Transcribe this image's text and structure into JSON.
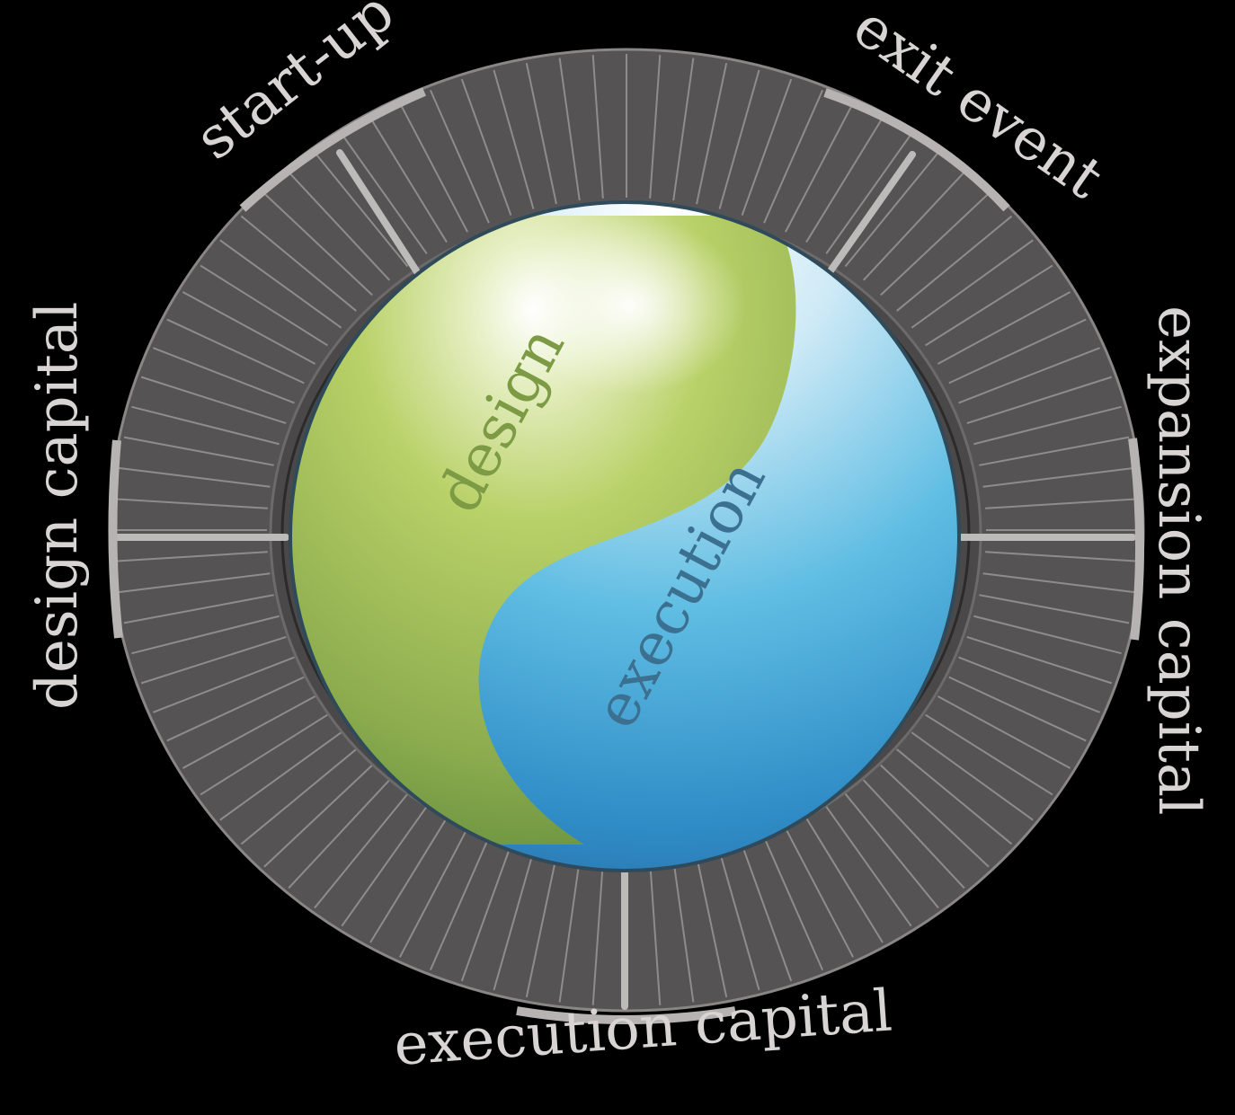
{
  "stages": {
    "start_up": "start-up",
    "exit_event": "exit event",
    "expansion_capital": "expansion capital",
    "execution_capital": "execution capital",
    "design_capital": "design capital"
  },
  "core": {
    "design": "design",
    "execution": "execution"
  },
  "colors": {
    "background": "#000000",
    "ring": "#555353",
    "ring_divider": "#bdbaba",
    "label": "#d9d4d4",
    "design_green": "#9fbf55",
    "execution_blue": "#3f9fd6"
  }
}
